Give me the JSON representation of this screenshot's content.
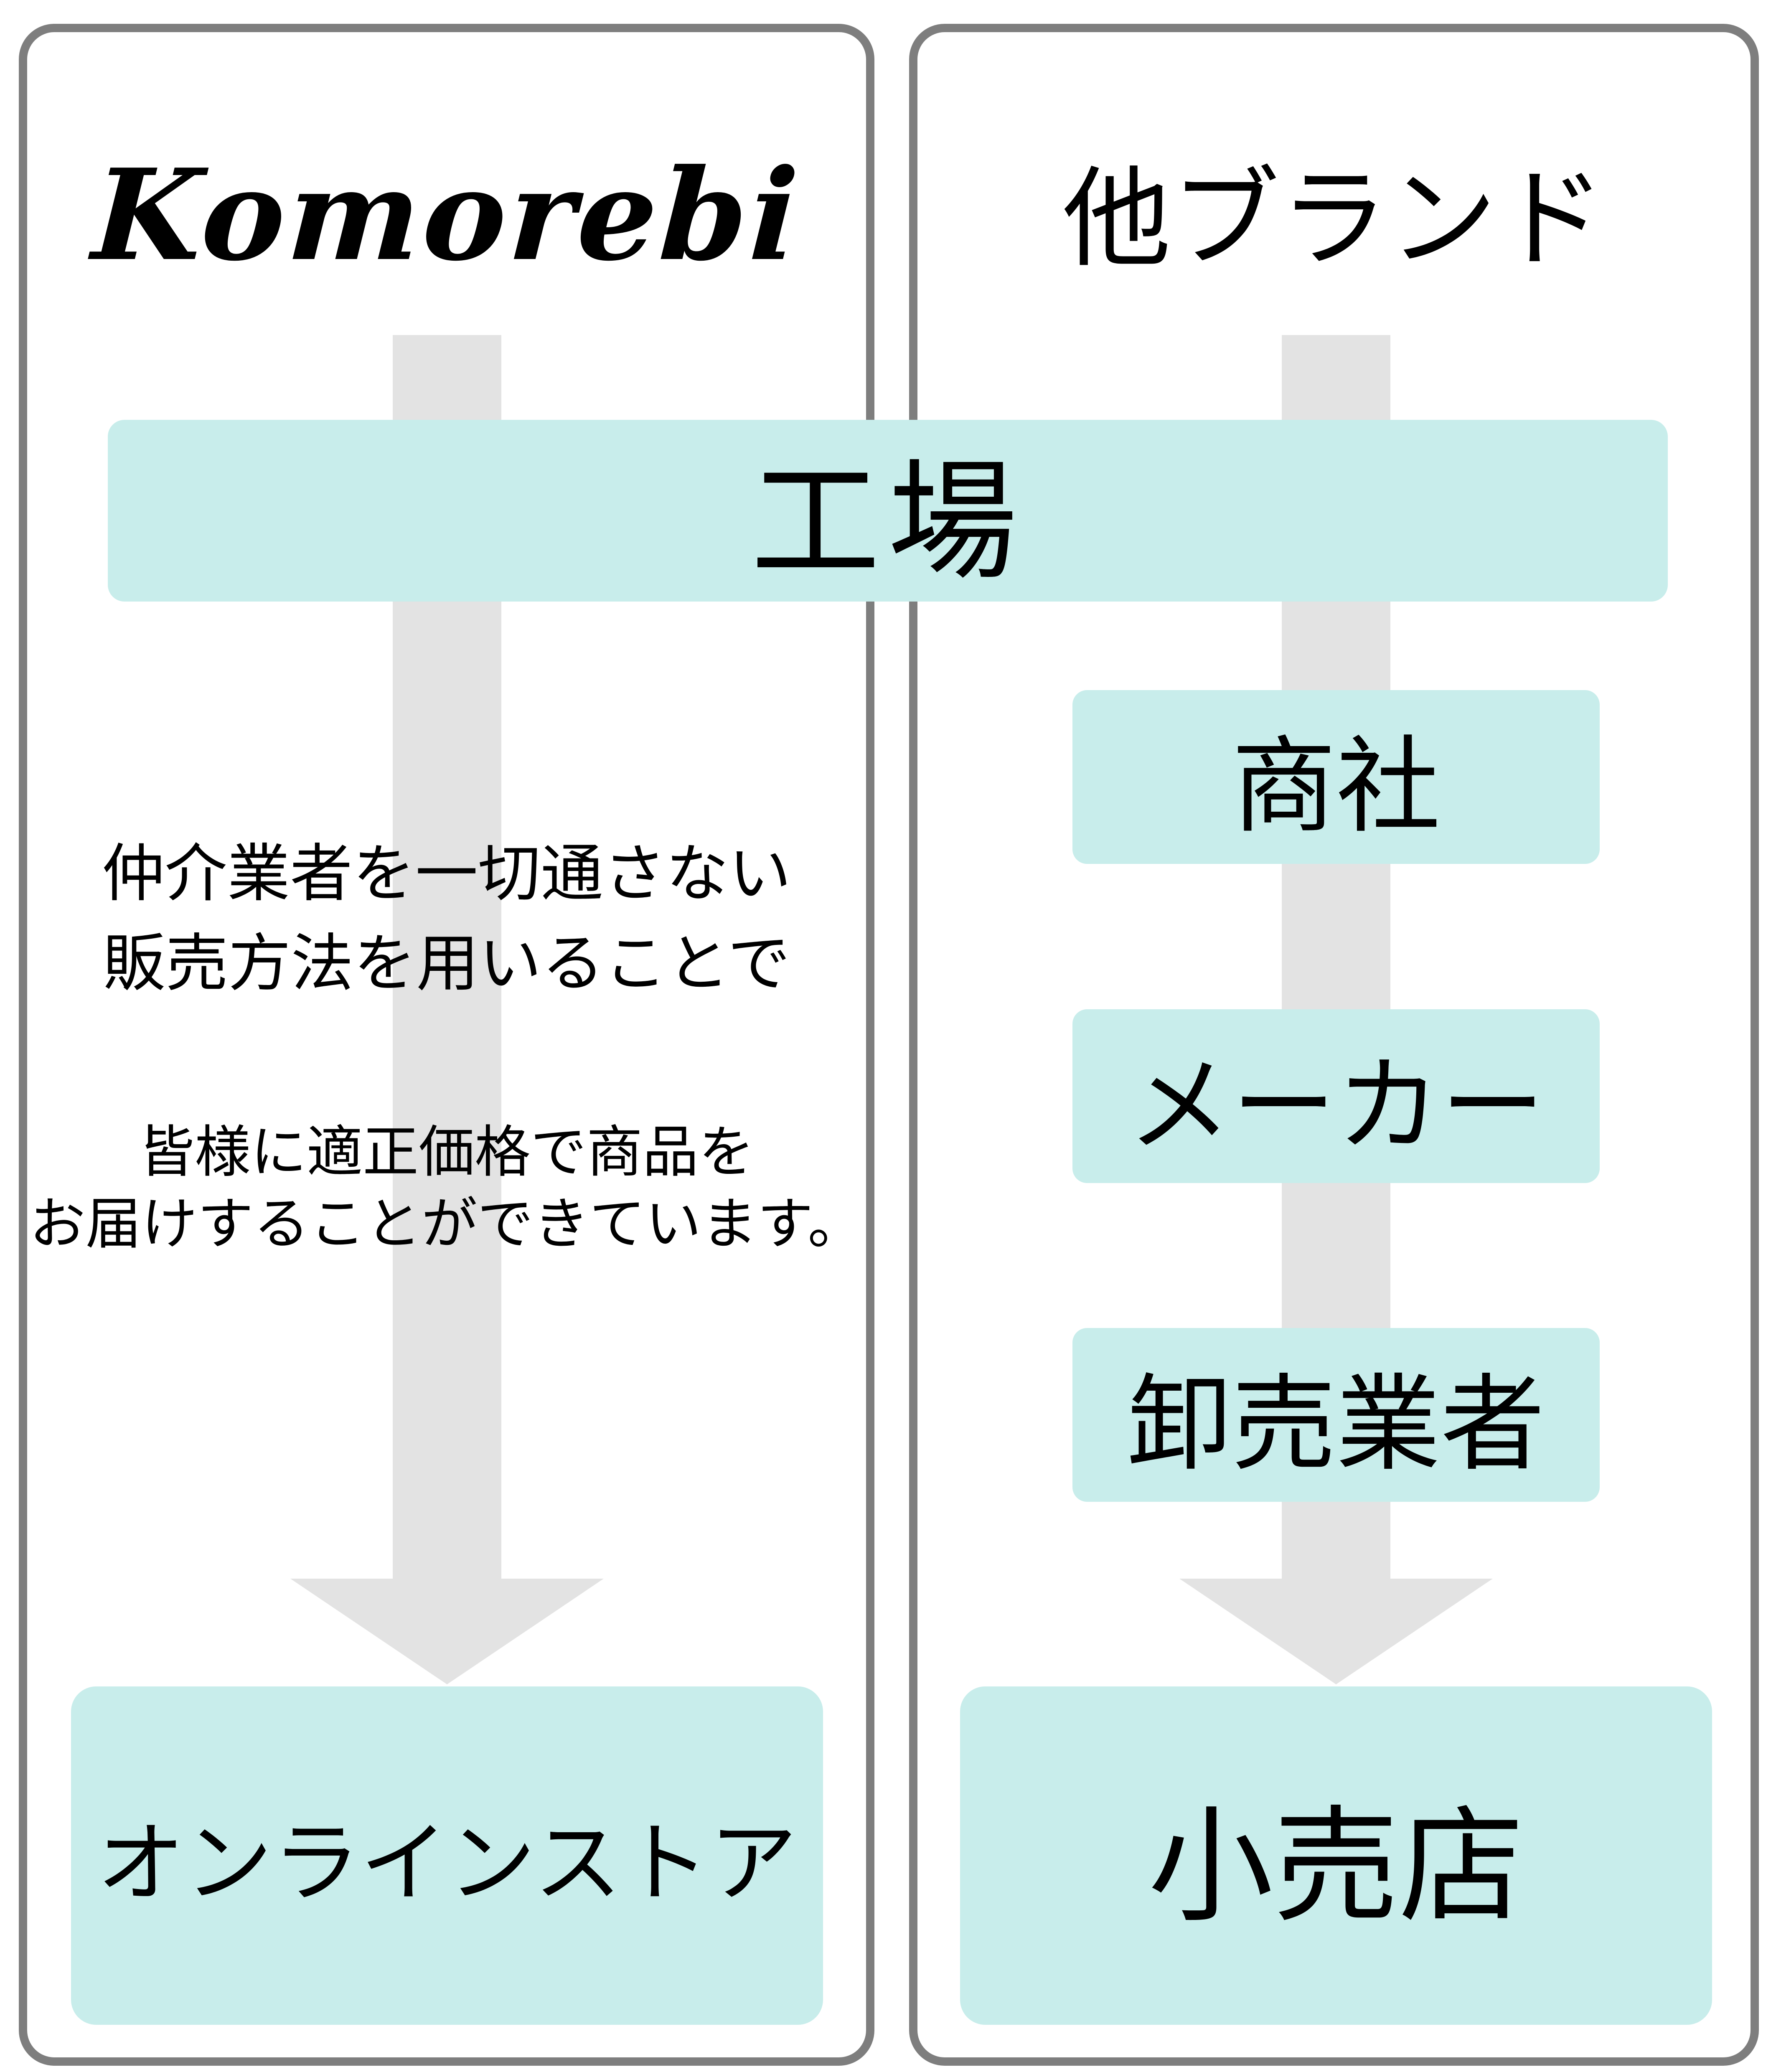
{
  "colors": {
    "panel_border": "#7e7e7e",
    "box_fill": "#c8edeb",
    "arrow_fill": "#e3e3e3",
    "text": "#000000",
    "background": "#ffffff"
  },
  "left_panel": {
    "title": "Komorebi",
    "description_line1": "仲介業者を一切通さない",
    "description_line2": "販売方法を用いることで",
    "description_line3": "皆様に適正価格で商品を",
    "description_line4": "お届けすることができています。",
    "bottom_box_label": "オンラインストア"
  },
  "factory_band": {
    "label": "工場"
  },
  "right_panel": {
    "title": "他ブランド",
    "steps": [
      {
        "label": "商社"
      },
      {
        "label": "メーカー"
      },
      {
        "label": "卸売業者"
      }
    ],
    "bottom_box_label": "小売店"
  }
}
